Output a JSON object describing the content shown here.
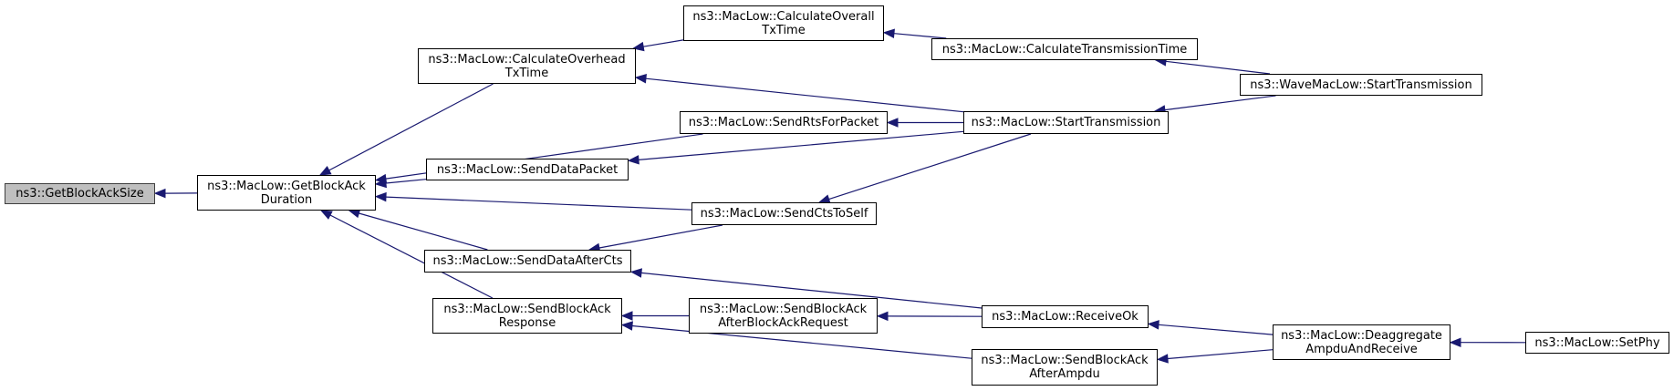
{
  "colors": {
    "edge": "#191970",
    "root_fill": "#bfbfbf",
    "node_fill": "#ffffff",
    "border": "#000000"
  },
  "nodes": {
    "getblockacksize": "ns3::GetBlockAckSize",
    "getblockackduration": "ns3::MacLow::GetBlockAck\nDuration",
    "calculateoverheadtxtime": "ns3::MacLow::CalculateOverhead\nTxTime",
    "calculateoveralltxtime": "ns3::MacLow::CalculateOverall\nTxTime",
    "calculatetransmissiontime": "ns3::MacLow::CalculateTransmissionTime",
    "wavemaclow_starttransmission": "ns3::WaveMacLow::StartTransmission",
    "starttransmission": "ns3::MacLow::StartTransmission",
    "sendrtsforpacket": "ns3::MacLow::SendRtsForPacket",
    "senddatapacket": "ns3::MacLow::SendDataPacket",
    "sendctstoself": "ns3::MacLow::SendCtsToSelf",
    "senddataaftercts": "ns3::MacLow::SendDataAfterCts",
    "sendblockackresponse": "ns3::MacLow::SendBlockAck\nResponse",
    "sendblockackafterblockackrequest": "ns3::MacLow::SendBlockAck\nAfterBlockAckRequest",
    "receiveok": "ns3::MacLow::ReceiveOk",
    "sendblockackafterampdu": "ns3::MacLow::SendBlockAck\nAfterAmpdu",
    "deaggregateampduandreceive": "ns3::MacLow::Deaggregate\nAmpduAndReceive",
    "setphy": "ns3::MacLow::SetPhy"
  },
  "edges": [
    [
      "getblockackduration",
      "getblockacksize"
    ],
    [
      "calculateoverheadtxtime",
      "getblockackduration"
    ],
    [
      "sendrtsforpacket",
      "getblockackduration"
    ],
    [
      "senddatapacket",
      "getblockackduration"
    ],
    [
      "sendctstoself",
      "getblockackduration"
    ],
    [
      "senddataaftercts",
      "getblockackduration"
    ],
    [
      "sendblockackresponse",
      "getblockackduration"
    ],
    [
      "calculateoveralltxtime",
      "calculateoverheadtxtime"
    ],
    [
      "starttransmission",
      "calculateoverheadtxtime"
    ],
    [
      "calculatetransmissiontime",
      "calculateoveralltxtime"
    ],
    [
      "wavemaclow_starttransmission",
      "calculatetransmissiontime"
    ],
    [
      "wavemaclow_starttransmission",
      "starttransmission"
    ],
    [
      "starttransmission",
      "sendrtsforpacket"
    ],
    [
      "starttransmission",
      "senddatapacket"
    ],
    [
      "starttransmission",
      "sendctstoself"
    ],
    [
      "sendctstoself",
      "senddataaftercts"
    ],
    [
      "receiveok",
      "senddataaftercts"
    ],
    [
      "sendblockackafterblockackrequest",
      "sendblockackresponse"
    ],
    [
      "sendblockackafterampdu",
      "sendblockackresponse"
    ],
    [
      "receiveok",
      "sendblockackafterblockackrequest"
    ],
    [
      "deaggregateampduandreceive",
      "receiveok"
    ],
    [
      "deaggregateampduandreceive",
      "sendblockackafterampdu"
    ],
    [
      "setphy",
      "deaggregateampduandreceive"
    ]
  ]
}
